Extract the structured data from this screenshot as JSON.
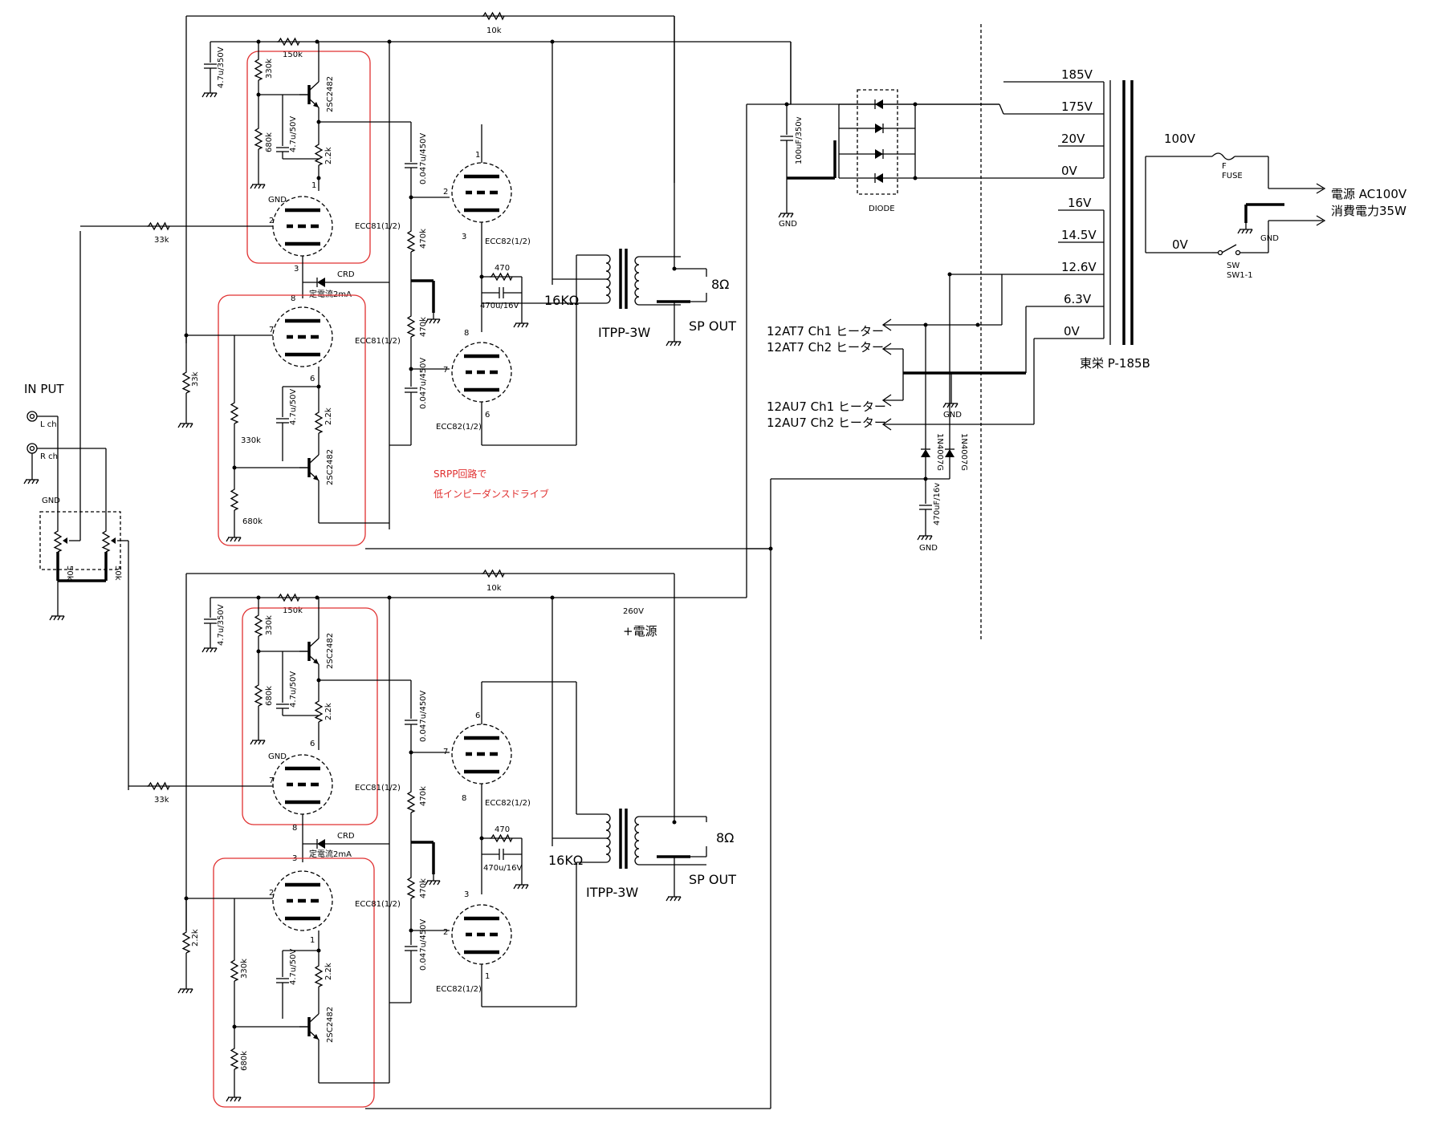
{
  "input": {
    "title": "IN PUT",
    "lch": "L ch",
    "rch": "R ch",
    "gnd": "GND",
    "pot1": "50k",
    "pot2": "50k"
  },
  "ch1": {
    "r_top": "10k",
    "r_150k": "150k",
    "cap_top": "4.7u/350V",
    "r_330k": "330k",
    "tr_top": "2SC2482",
    "r_680k": "680k",
    "cap_47": "4.7u/50V",
    "r_22k": "2.2k",
    "gnd": "GND",
    "tube_top": "ECC81(1/2)",
    "r_in": "33k",
    "crd": "CRD",
    "crd_note": "定電流2mA",
    "tube_bot": "ECC81(1/2)",
    "r_33k_grid": "33k",
    "r_330k_b": "330k",
    "r_680k_b": "680k",
    "cap_47b": "4.7u/50V",
    "r_22k_b": "2.2k",
    "tr_bot": "2SC2482",
    "cap_c1": "0.047u/450V",
    "cap_c2": "0.047u/450V",
    "r_470k_1": "470k",
    "r_470k_2": "470k",
    "out_tube1": "ECC82(1/2)",
    "out_tube2": "ECC82(1/2)",
    "r_470": "470",
    "cap_470u": "470u/16V",
    "imp": "16KΩ",
    "trans": "ITPP-3W",
    "sp_ohm": "8Ω",
    "sp_out": "SP OUT",
    "srpp1": "SRPP回路で",
    "srpp2": "低インピーダンスドライブ"
  },
  "ch2": {
    "r_top": "10k",
    "r_150k": "150k",
    "cap_top": "4.7u/350V",
    "r_330k": "330k",
    "tr_top": "2SC2482",
    "r_680k": "680k",
    "cap_47": "4.7u/50V",
    "r_22k": "2.2k",
    "gnd": "GND",
    "tube_top": "ECC81(1/2)",
    "r_in": "33k",
    "crd": "CRD",
    "crd_note": "定電流2mA",
    "tube_bot": "ECC81(1/2)",
    "r_22k_grid": "2.2k",
    "r_330k_b": "330k",
    "r_680k_b": "680k",
    "cap_47b": "4.7u/50V",
    "r_22k_b": "2.2k",
    "tr_bot": "2SC2482",
    "cap_c1": "0.047u/450V",
    "cap_c2": "0.047u/450V",
    "r_470k_1": "470k",
    "r_470k_2": "470k",
    "out_tube1": "ECC82(1/2)",
    "out_tube2": "ECC82(1/2)",
    "r_470": "470",
    "cap_470u": "470u/16V",
    "imp": "16KΩ",
    "trans": "ITPP-3W",
    "sp_ohm": "8Ω",
    "sp_out": "SP OUT",
    "b_volt": "260V",
    "b_label": "+電源"
  },
  "power": {
    "cap": "100uF/350v",
    "gnd": "GND",
    "diode": "DIODE",
    "v185": "185V",
    "v175": "175V",
    "v20": "20V",
    "v0a": "0V",
    "v16": "16V",
    "v145": "14.5V",
    "v126": "12.6V",
    "v63": "6.3V",
    "v0b": "0V",
    "trans": "東栄 P-185B",
    "p100": "100V",
    "p0": "0V",
    "fuse_f": "F",
    "fuse": "FUSE",
    "sw": "SW",
    "sw_id": "SW1-1",
    "gnd2": "GND",
    "ac": "電源  AC100V",
    "watt": "消費電力35W",
    "h1": "12AT7 Ch1 ヒーター",
    "h2": "12AT7 Ch2 ヒーター",
    "h3": "12AU7 Ch1 ヒーター",
    "h4": "12AU7 Ch2 ヒーター",
    "hgnd": "GND",
    "d1": "1N4007G",
    "d2": "1N4007G",
    "hcap": "470uF/16v",
    "hgnd2": "GND"
  }
}
